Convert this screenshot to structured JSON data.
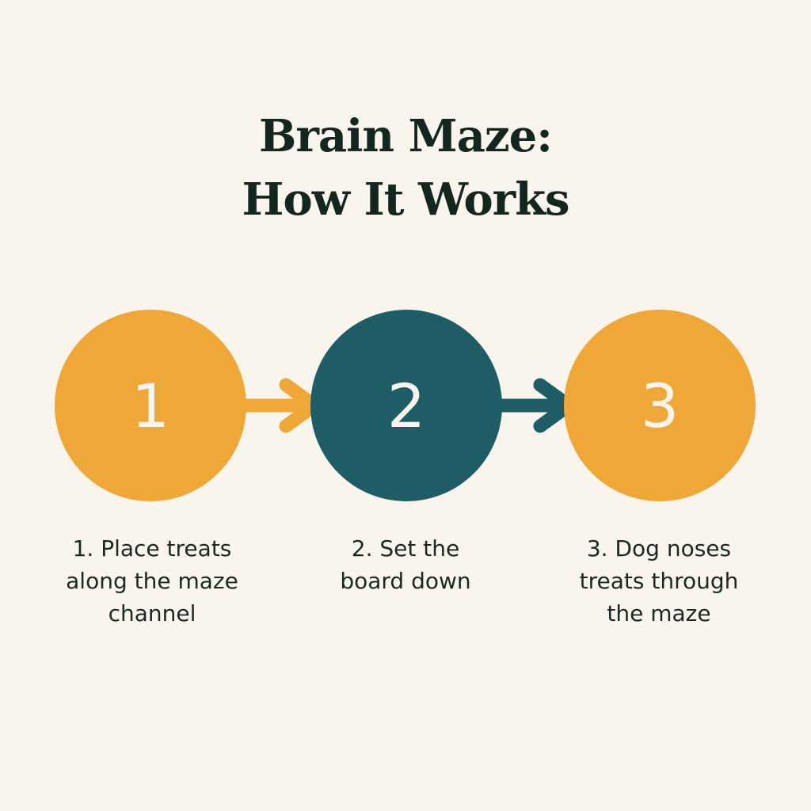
{
  "title": {
    "line1": "Brain Maze:",
    "line2": "How It Works"
  },
  "colors": {
    "background": "#f9f4ec",
    "orange": "#efa738",
    "teal": "#1f5d66",
    "text": "#13261f",
    "numeral": "#f9f4ec"
  },
  "steps": [
    {
      "number": "1",
      "color": "#efa738",
      "label_lines": [
        "1. Place treats",
        "along the maze",
        "channel"
      ]
    },
    {
      "number": "2",
      "color": "#1f5d66",
      "label_lines": [
        "2. Set the",
        "board down"
      ]
    },
    {
      "number": "3",
      "color": "#efa738",
      "label_lines": [
        "3. Dog noses",
        "treats through",
        "the maze"
      ]
    }
  ],
  "arrows": [
    {
      "color": "#efa738"
    },
    {
      "color": "#1f5d66"
    }
  ]
}
